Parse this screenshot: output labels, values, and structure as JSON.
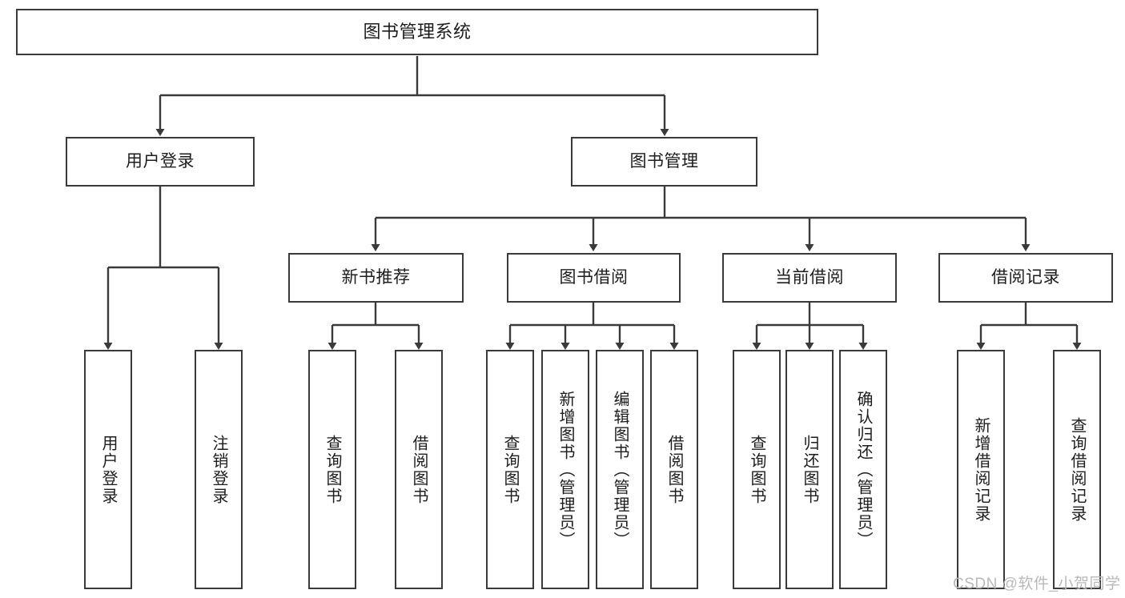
{
  "diagram": {
    "type": "tree-hierarchy-chart",
    "title": "图书管理系统",
    "orientation": "top-down",
    "colors": {
      "box_border": "#3a3a3a",
      "box_fill": "#ffffff",
      "connector": "#3a3a3a",
      "text": "#1d1d1d",
      "watermark": "#b9b9b9"
    }
  },
  "root": {
    "label": "图书管理系统"
  },
  "level2": [
    {
      "label": "用户登录"
    },
    {
      "label": "图书管理"
    }
  ],
  "level3": [
    {
      "label": "新书推荐"
    },
    {
      "label": "图书借阅"
    },
    {
      "label": "当前借阅"
    },
    {
      "label": "借阅记录"
    }
  ],
  "leaves": {
    "user_login": [
      {
        "label": "用户登录"
      },
      {
        "label": "注销登录"
      }
    ],
    "new_book_recommend": [
      {
        "label": "查询图书"
      },
      {
        "label": "借阅图书"
      }
    ],
    "book_borrow": [
      {
        "label": "查询图书"
      },
      {
        "label": "新增图书（管理员）"
      },
      {
        "label": "编辑图书（管理员）"
      },
      {
        "label": "借阅图书"
      }
    ],
    "current_borrow": [
      {
        "label": "查询图书"
      },
      {
        "label": "归还图书"
      },
      {
        "label": "确认归还（管理员）"
      }
    ],
    "borrow_record": [
      {
        "label": "新增借阅记录"
      },
      {
        "label": "查询借阅记录"
      }
    ]
  },
  "watermark": {
    "text": "CSDN @软件_小贺同学"
  }
}
